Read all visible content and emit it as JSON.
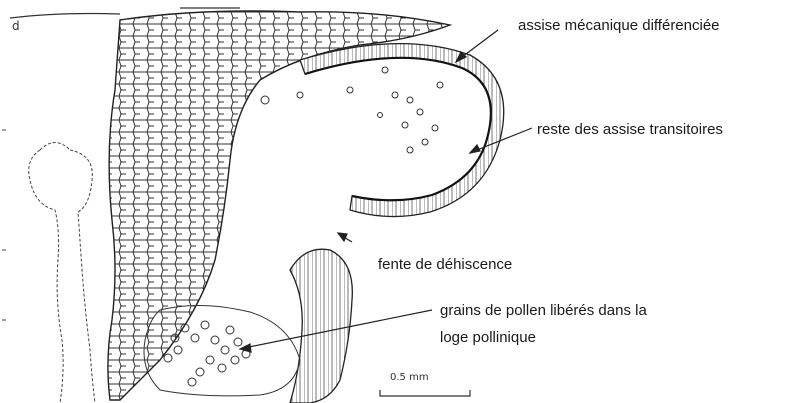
{
  "labels": {
    "assise": "assise mécanique différenciée",
    "reste": "reste des assise transitoires",
    "fente": "fente de déhiscence",
    "grains_line1": "grains de pollen libérés dans la",
    "grains_line2": "loge pollinique"
  },
  "scale_bar": {
    "text": "0.5 mm"
  },
  "colors": {
    "ink": "#2a2a2a",
    "paper": "#ffffff"
  }
}
